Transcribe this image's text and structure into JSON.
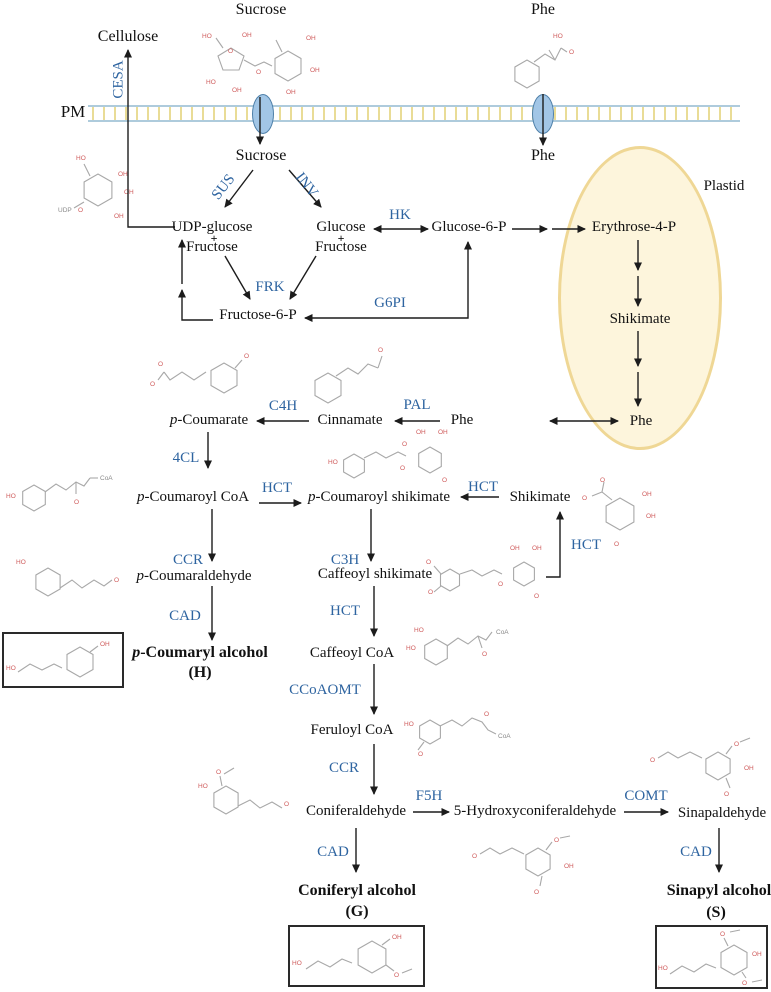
{
  "atoms": {
    "ho": "HO",
    "oh": "OH",
    "o": "O",
    "coa": "CoA",
    "udp": "UDP"
  },
  "labels": {
    "pm": "PM",
    "plastid": "Plastid",
    "sucrose_out": "Sucrose",
    "sucrose_in": "Sucrose",
    "phe_out": "Phe",
    "phe_in": "Phe",
    "phe_plastid": "Phe",
    "phe_cytosol": "Phe",
    "cellulose": "Cellulose",
    "udp_glucose": "UDP-glucose",
    "plus": "+",
    "fructose": "Fructose",
    "glucose": "Glucose",
    "glucose6p": "Glucose-6-P",
    "erythrose4p": "Erythrose-4-P",
    "shikimate": "Shikimate",
    "fructose6p": "Fructose-6-P",
    "cinnamate": "Cinnamate",
    "caffeoyl_shikimate": "Caffeoyl shikimate",
    "caffeoyl_coa": "Caffeoyl CoA",
    "feruloyl_coa": "Feruloyl CoA",
    "coniferaldehyde": "Coniferaldehyde",
    "hydroxyconiferaldehyde": "5-Hydroxyconiferaldehyde",
    "sinapaldehyde": "Sinapaldehyde",
    "coniferyl_alcohol": "Coniferyl alcohol",
    "g": "(G)",
    "sinapyl_alcohol": "Sinapyl alcohol",
    "s": "(S)",
    "h": "(H)",
    "p": "p",
    "coumarate": "-Coumarate",
    "coumaroyl_coa": "-Coumaroyl CoA",
    "coumaroyl_shikimate": "-Coumaroyl shikimate",
    "coumaraldehyde": "-Coumaraldehyde",
    "coumaryl_alcohol": "-Coumaryl alcohol"
  },
  "enzymes": {
    "cesa": "CESA",
    "sus": "SUS",
    "inv": "INV",
    "hk": "HK",
    "frk": "FRK",
    "g6pi": "G6PI",
    "pal": "PAL",
    "c4h": "C4H",
    "fourcl": "4CL",
    "hct": "HCT",
    "ccr": "CCR",
    "c3h": "C3H",
    "cad": "CAD",
    "ccoaomt": "CCoAOMT",
    "f5h": "F5H",
    "comt": "COMT"
  },
  "colors": {
    "enzyme": "#2e64a0",
    "membrane_line": "#aecbdc",
    "membrane_tick": "#e9dc96",
    "plastid_fill": "#fdf5dc",
    "plastid_border": "#efd795",
    "transporter_fill": "#a2c6e6",
    "transporter_border": "#4d7fa8",
    "structure": "#a8a8a8",
    "atom": "#cf5b5b",
    "arrow": "#1c1c1c",
    "box_border": "#2a2a2a"
  }
}
